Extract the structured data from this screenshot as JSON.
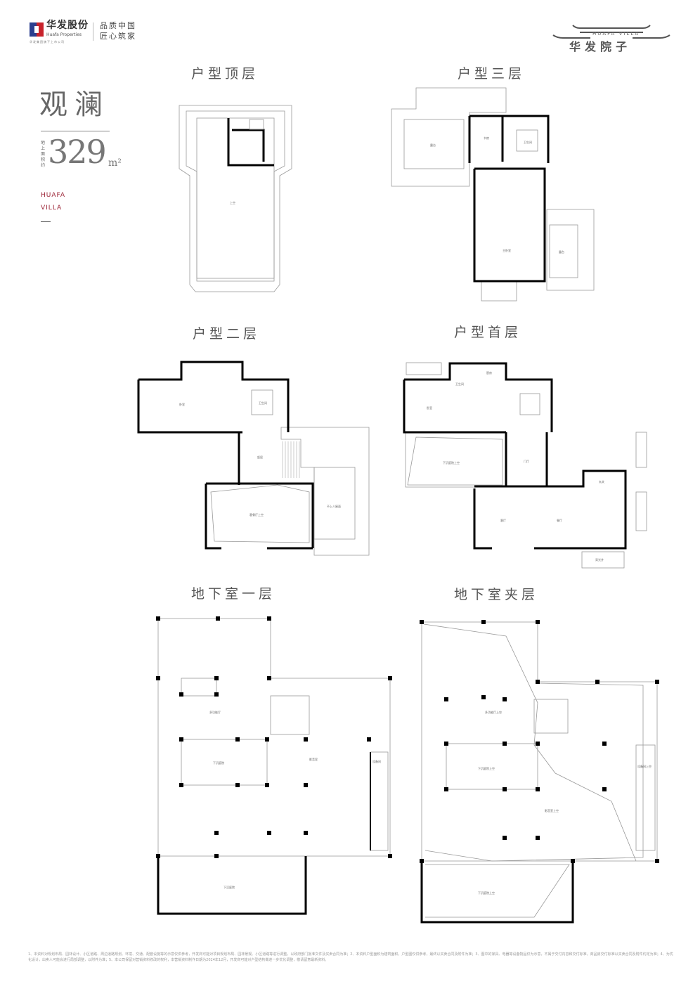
{
  "header": {
    "brand_cn": "华发股份",
    "brand_en": "Huafa Properties",
    "brand_sub": "华发集团旗下上市公司",
    "slogan_line1": "品质中国",
    "slogan_line2": "匠心筑家",
    "villa_en": "HUAFA VILLA",
    "villa_cn": "华发院子"
  },
  "unit": {
    "name": "观澜",
    "area_label": "地上面积约",
    "area_value": "329",
    "area_unit": "m²",
    "en_line1": "HUAFA",
    "en_line2": "VILLA"
  },
  "floors": {
    "top": {
      "title": "户型顶层"
    },
    "third": {
      "title": "户型三层"
    },
    "second": {
      "title": "户型二层"
    },
    "first": {
      "title": "户型首层"
    },
    "b1": {
      "title": "地下室一层"
    },
    "bm": {
      "title": "地下室夹层"
    }
  },
  "rooms": {
    "top_void": "上空",
    "third_terrace_left": "露台",
    "third_study": "书房",
    "third_bath": "卫生间",
    "third_bedroom": "主卧室",
    "third_terrace_right": "露台",
    "second_bedroom": "卧室",
    "second_bath": "卫生间",
    "second_hall": "起居",
    "second_void": "客餐厅上空",
    "second_terrace": "不上人屋面",
    "first_bedroom": "卧室",
    "first_bath": "卫生间",
    "first_kitchen": "厨房",
    "first_sunken": "下沉庭院上空",
    "first_foyer": "门厅",
    "first_living": "客厅",
    "first_dining": "餐厅",
    "first_entry": "玄关",
    "first_lightwell": "采光井",
    "b1_room1": "多功能厅",
    "b1_room2": "下沉庭院",
    "b1_room3": "影音室",
    "b1_room4": "设备间",
    "b1_court": "下沉庭院",
    "bm_void1": "多功能厅上空",
    "bm_void2": "下沉庭院上空",
    "bm_void3": "影音室上空",
    "bm_void4": "设备间上空",
    "bm_court": "下沉庭院上空"
  },
  "footer": {
    "disclaimer": "1、本资料对规划布局、园林设计、小区道路、周边道路规划、环境、交通、配套设施等的示意仅供参考，开发商可能对项目规划布局、园林景观、小区道路等进行调整，以政府部门批准文件及买卖合同为准；2、本资料户型面积为建筑面积，户型图仅供参考，最终以买卖合同及附件为准；3、图中的家具、电器等设备物品仅为示意，不属于交付内容和交付标准，商品房交付标准以买卖合同及附件约定为准；4、为优化设计，出卖人可能会进行局部调整，以附件为准；5、本公司保留对营销资料修改的权利，本营销资料制作日期为2024年12月，开发商可能对户型结构做进一步优化调整，敬请留意最新资料。"
  }
}
